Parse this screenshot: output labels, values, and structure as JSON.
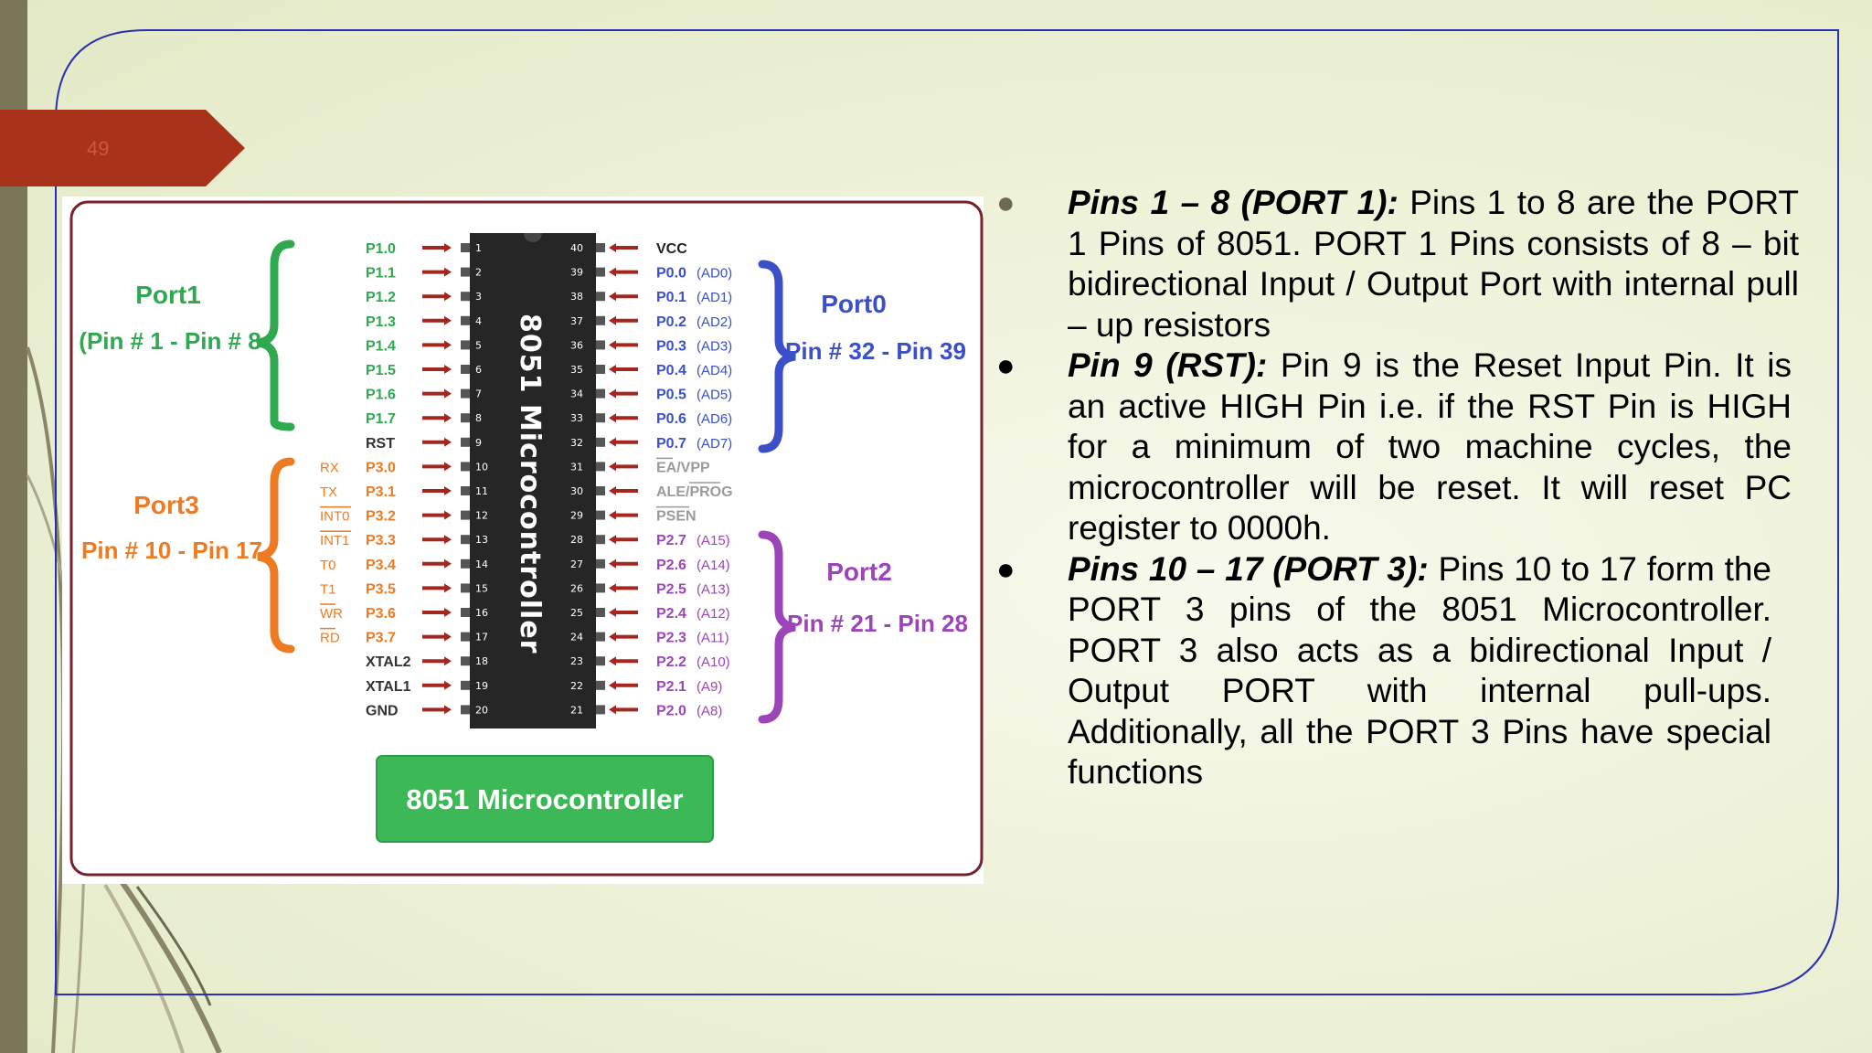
{
  "slide": {
    "page_number": "49"
  },
  "diagram": {
    "chip_label": "8051 Microcontroller",
    "button_label": "8051 Microcontroller",
    "port1_title": "Port1",
    "port1_range": "(Pin # 1 - Pin # 8",
    "port3_title": "Port3",
    "port3_range": "Pin # 10 - Pin 17",
    "port0_title": "Port0",
    "port0_range": "Pin # 32 - Pin 39",
    "port2_title": "Port2",
    "port2_range": "Pin # 21 - Pin 28",
    "left_pins": [
      {
        "num": "1",
        "name": "P1.0",
        "alt": ""
      },
      {
        "num": "2",
        "name": "P1.1",
        "alt": ""
      },
      {
        "num": "3",
        "name": "P1.2",
        "alt": ""
      },
      {
        "num": "4",
        "name": "P1.3",
        "alt": ""
      },
      {
        "num": "5",
        "name": "P1.4",
        "alt": ""
      },
      {
        "num": "6",
        "name": "P1.5",
        "alt": ""
      },
      {
        "num": "7",
        "name": "P1.6",
        "alt": ""
      },
      {
        "num": "8",
        "name": "P1.7",
        "alt": ""
      },
      {
        "num": "9",
        "name": "RST",
        "alt": ""
      },
      {
        "num": "10",
        "name": "P3.0",
        "alt": "RX"
      },
      {
        "num": "11",
        "name": "P3.1",
        "alt": "TX"
      },
      {
        "num": "12",
        "name": "P3.2",
        "alt": "INT0"
      },
      {
        "num": "13",
        "name": "P3.3",
        "alt": "INT1"
      },
      {
        "num": "14",
        "name": "P3.4",
        "alt": "T0"
      },
      {
        "num": "15",
        "name": "P3.5",
        "alt": "T1"
      },
      {
        "num": "16",
        "name": "P3.6",
        "alt": "WR"
      },
      {
        "num": "17",
        "name": "P3.7",
        "alt": "RD"
      },
      {
        "num": "18",
        "name": "XTAL2",
        "alt": ""
      },
      {
        "num": "19",
        "name": "XTAL1",
        "alt": ""
      },
      {
        "num": "20",
        "name": "GND",
        "alt": ""
      }
    ],
    "right_pins": [
      {
        "num": "40",
        "name": "VCC",
        "alt": ""
      },
      {
        "num": "39",
        "name": "P0.0",
        "alt": "(AD0)"
      },
      {
        "num": "38",
        "name": "P0.1",
        "alt": "(AD1)"
      },
      {
        "num": "37",
        "name": "P0.2",
        "alt": "(AD2)"
      },
      {
        "num": "36",
        "name": "P0.3",
        "alt": "(AD3)"
      },
      {
        "num": "35",
        "name": "P0.4",
        "alt": "(AD4)"
      },
      {
        "num": "34",
        "name": "P0.5",
        "alt": "(AD5)"
      },
      {
        "num": "33",
        "name": "P0.6",
        "alt": "(AD6)"
      },
      {
        "num": "32",
        "name": "P0.7",
        "alt": "(AD7)"
      },
      {
        "num": "31",
        "name": "EA/VPP",
        "alt": ""
      },
      {
        "num": "30",
        "name": "ALE/PROG",
        "alt": ""
      },
      {
        "num": "29",
        "name": "PSEN",
        "alt": ""
      },
      {
        "num": "28",
        "name": "P2.7",
        "alt": "(A15)"
      },
      {
        "num": "27",
        "name": "P2.6",
        "alt": "(A14)"
      },
      {
        "num": "26",
        "name": "P2.5",
        "alt": "(A13)"
      },
      {
        "num": "25",
        "name": "P2.4",
        "alt": "(A12)"
      },
      {
        "num": "24",
        "name": "P2.3",
        "alt": "(A11)"
      },
      {
        "num": "23",
        "name": "P2.2",
        "alt": "(A10)"
      },
      {
        "num": "22",
        "name": "P2.1",
        "alt": "(A9)"
      },
      {
        "num": "21",
        "name": "P2.0",
        "alt": "(A8)"
      }
    ],
    "colors": {
      "port1": "#2fa84f",
      "port3": "#ee7a22",
      "port0": "#3a4fc8",
      "port2": "#9b45b8",
      "chip": "#262626",
      "arrow": "#a3271f",
      "frame": "#7a1f2c",
      "button": "#3cb857"
    }
  },
  "bullets": [
    {
      "lead": "Pins 1 – 8 (PORT 1):",
      "text": " Pins 1 to 8 are the PORT 1 Pins of 8051. PORT 1 Pins consists of 8 – bit bidirectional Input / Output Port  with internal pull – up resistors"
    },
    {
      "lead": "Pin 9 (RST):",
      "text": " Pin 9 is the Reset Input Pin. It  is an active HIGH Pin i.e. if the RST Pin is  HIGH for a minimum of two machine cycles,  the microcontroller will be reset. It will reset  PC register to 0000h."
    },
    {
      "lead": "Pins 10 – 17 (PORT 3):",
      "text": " Pins 10 to 17 form the PORT 3 pins of the 8051  Microcontroller. PORT 3 also acts as a  bidirectional Input / Output  PORT  with   internal  pull-ups. Additionally,  all  the  PORT   3  Pins  have special functions"
    }
  ]
}
